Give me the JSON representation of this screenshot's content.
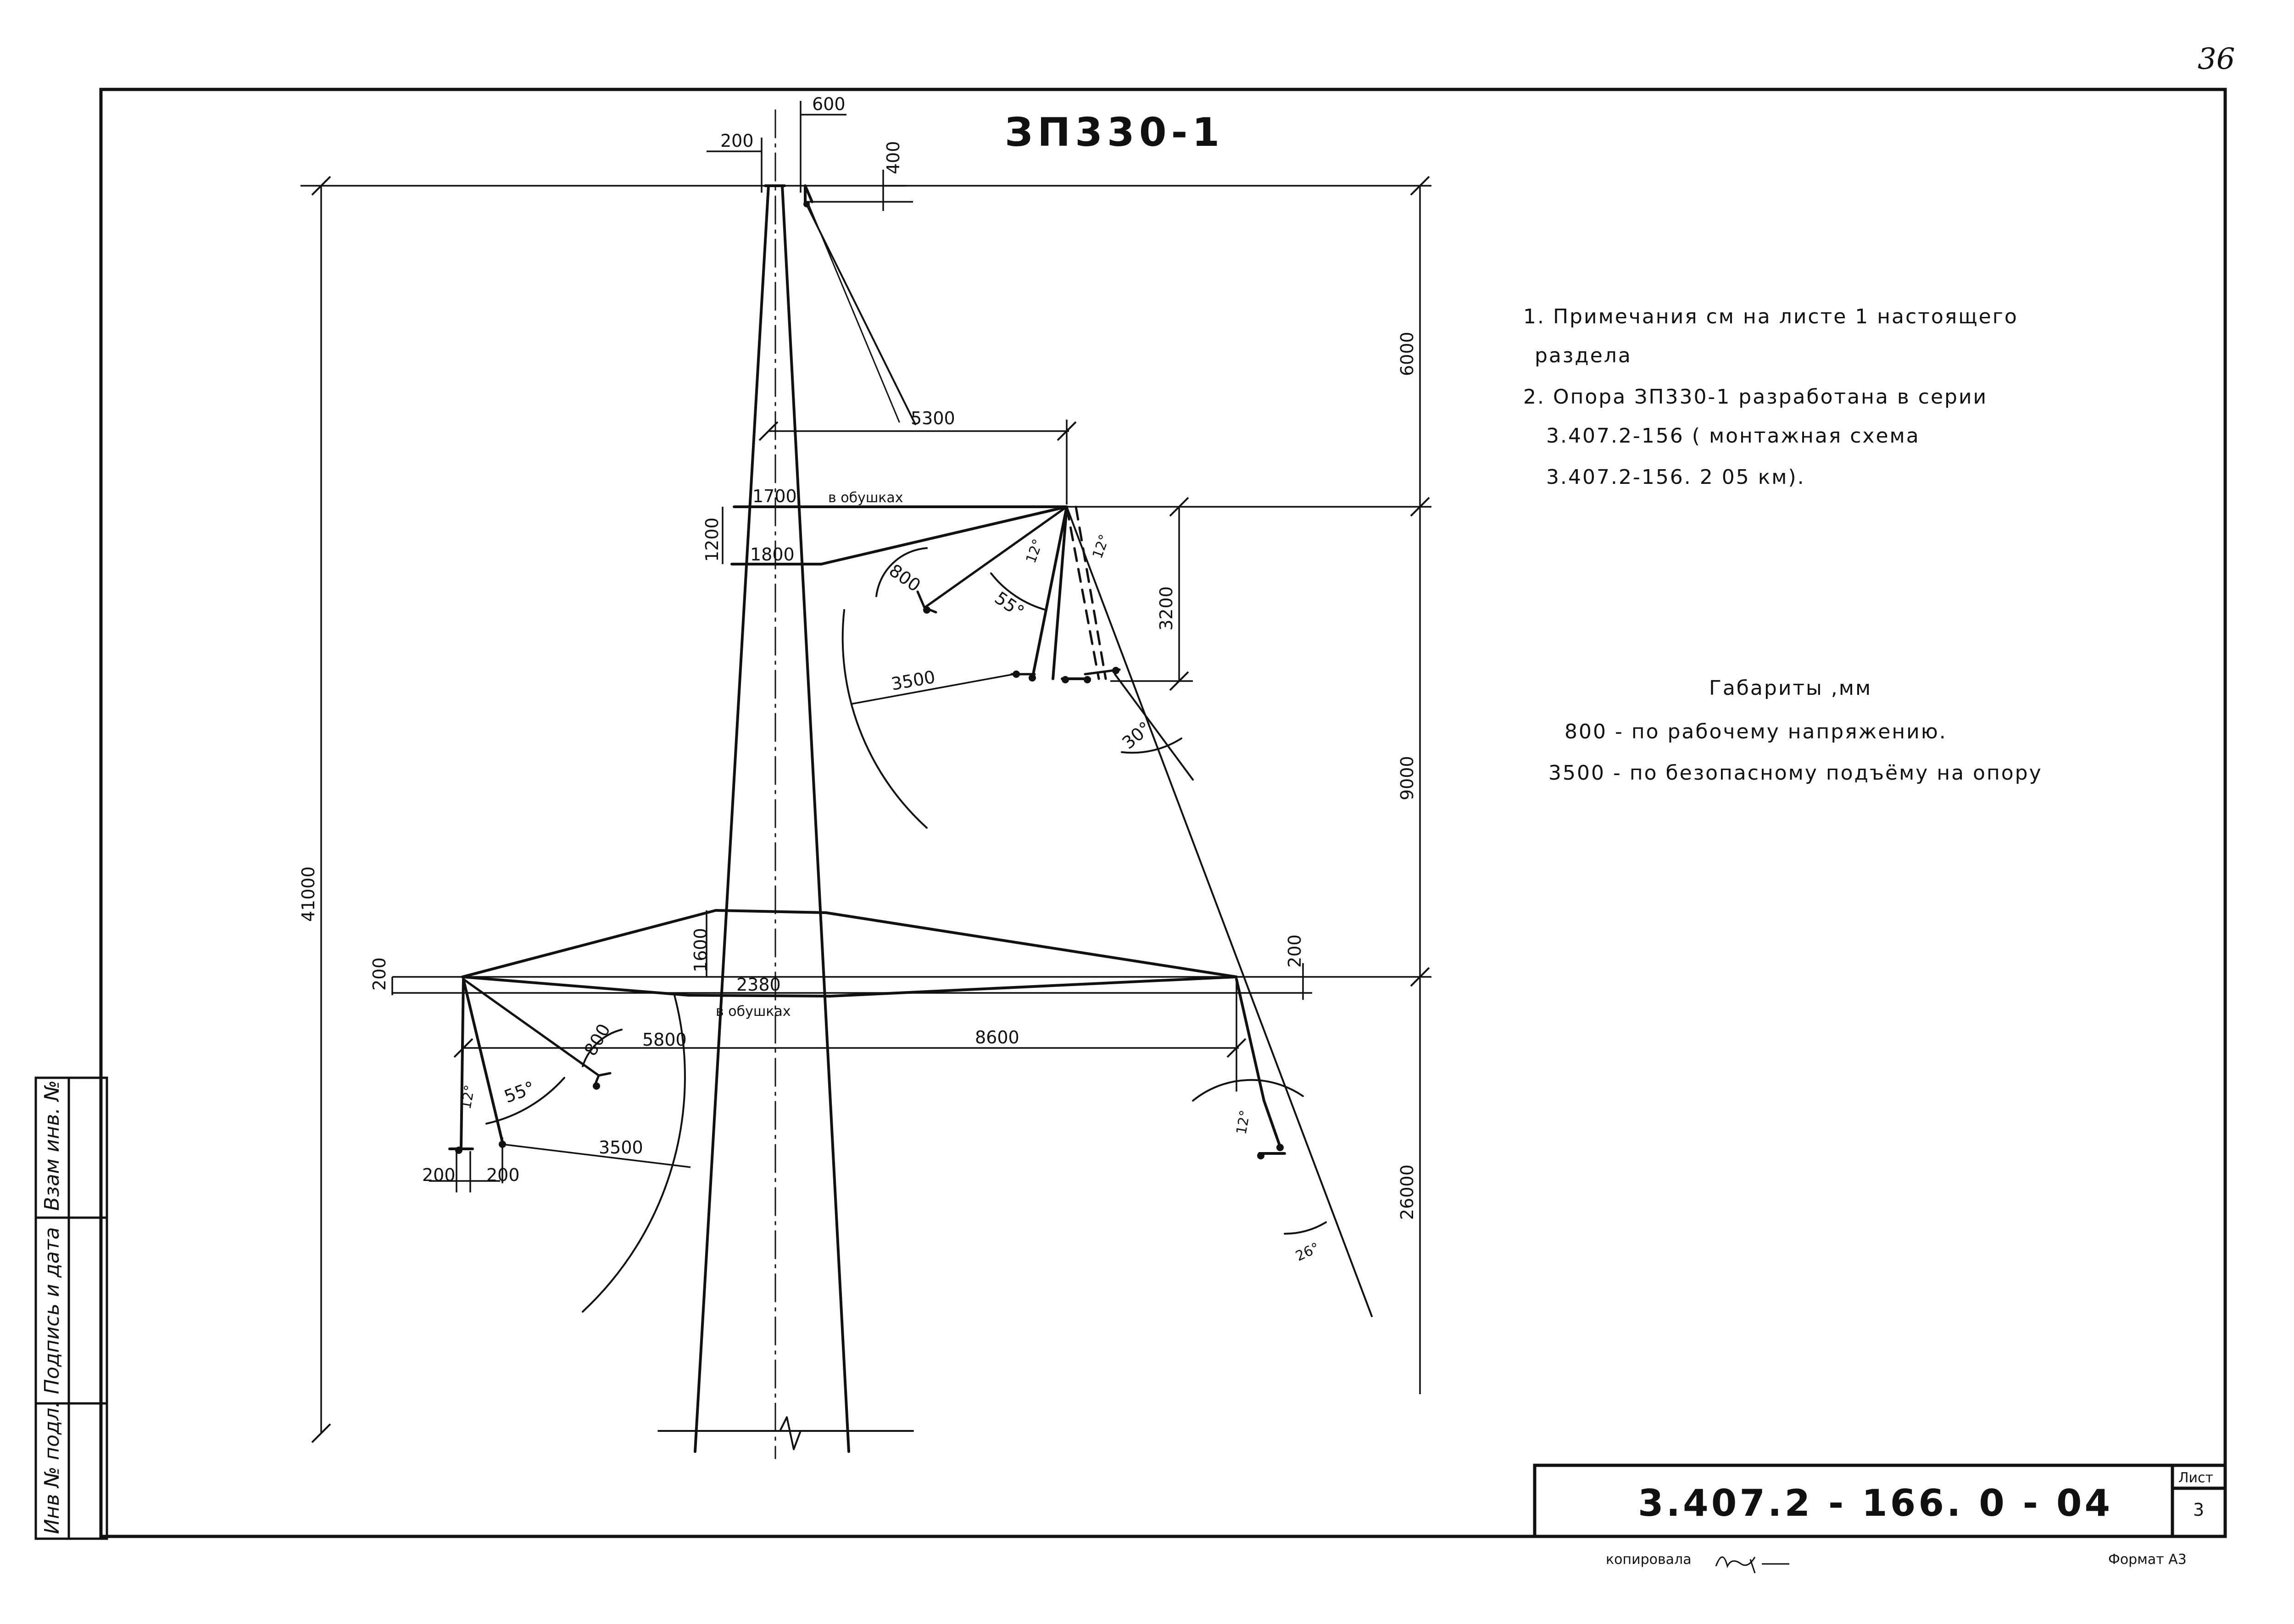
{
  "page_number": "36",
  "drawing_title": "ЗП330-1",
  "notes": [
    "1. Примечания  см  на  листе 1  настоящего",
    "раздела",
    "2. Опора  ЗП330-1  разработана  в  серии",
    "3.407.2-156  ( монтажная  схема",
    "3.407.2-156. 2  05 км)."
  ],
  "clearances": {
    "heading": "Габариты ,мм",
    "lines": [
      "800 - по рабочему напряжению.",
      "3500 - по безопасному подъёму на опору"
    ]
  },
  "dimensions": {
    "d600": "600",
    "d200_top": "200",
    "d400": "400",
    "d6000": "6000",
    "d5300": "5300",
    "d1700": "1700",
    "obushkah_top": "в обушках",
    "d1200": "1200",
    "d1800": "1800",
    "d3200": "3200",
    "d800_top": "800",
    "a55_top": "55°",
    "a12_top_l": "12°",
    "a12_top_r": "12°",
    "d3500_top": "3500",
    "a30": "30°",
    "d9000": "9000",
    "d41000": "41000",
    "d1600": "1600",
    "d200_left": "200",
    "d200_right": "200",
    "d2380": "2380",
    "obushkah_bottom": "в обушках",
    "d5800": "5800",
    "d800_bot": "800",
    "a55_bot": "55°",
    "a12_bot_l": "12°",
    "d8600": "8600",
    "d3500_bot": "3500",
    "d200_bl1": "200",
    "d200_bl2": "200",
    "a12_bot_r": "12°",
    "d26000": "26000",
    "a26": "26°"
  },
  "side_stamp": {
    "vzam": "Взам инв. №",
    "podpis": "Подпись и дата",
    "inv": "Инв № подл."
  },
  "title_block": {
    "code": "3.407.2 - 166. 0 - 04",
    "sheet_label": "Лист",
    "sheet_number": "3"
  },
  "footer": {
    "copied": "копировала",
    "format": "Формат А3"
  }
}
